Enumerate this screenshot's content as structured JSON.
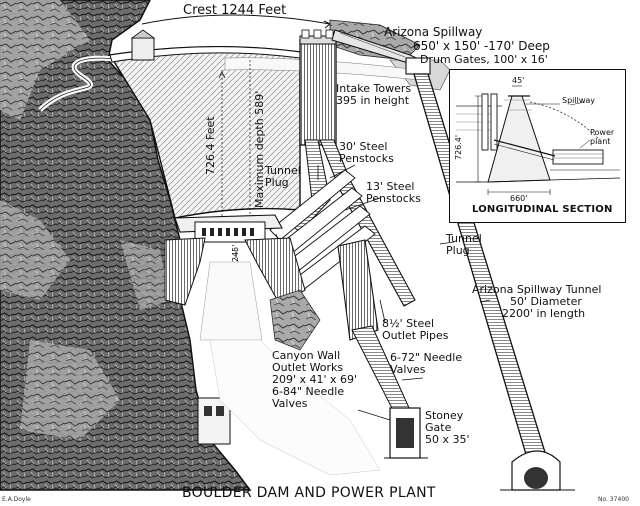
{
  "title": "BOULDER DAM AND POWER PLANT",
  "credit": "E.A.Doyle",
  "plate_number": "No. 37400",
  "labels": {
    "crest": "Crest 1244 Feet",
    "spillway_title": "Arizona Spillway",
    "spillway_dims": "650' x 150' -170' Deep",
    "drum_gates": "Drum Gates, 100' x 16'",
    "intake_towers": [
      "Intake Towers",
      "395 in height"
    ],
    "height": "726.4 Feet",
    "max_depth": "Maximum depth 589'",
    "tunnel_plug_left": [
      "Tunnel",
      "Plug"
    ],
    "steel_30": [
      "30' Steel",
      "Penstocks"
    ],
    "steel_13": [
      "13' Steel",
      "Penstocks"
    ],
    "tunnel_plug_right": [
      "Tunnel",
      "Plug"
    ],
    "spillway_tunnel": [
      "Arizona Spillway Tunnel",
      "50' Diameter",
      "2200' in length"
    ],
    "outlet_pipes": [
      "8½' Steel",
      "Outlet Pipes"
    ],
    "canyon_wall": [
      "Canyon Wall",
      "Outlet Works",
      "209' x 41' x 69'",
      "6-84\" Needle",
      "Valves"
    ],
    "needle_72": [
      "6-72\" Needle",
      "Valves"
    ],
    "stoney_gate": [
      "Stoney",
      "Gate",
      "50 x 35'"
    ],
    "powerhouse_dim": "245'"
  },
  "inset": {
    "title": "LONGITUDINAL SECTION",
    "width_top": "45'",
    "height": "726.4'",
    "base": "660'",
    "spillway": "Spillway",
    "power_plant": [
      "Power",
      "plant"
    ]
  }
}
